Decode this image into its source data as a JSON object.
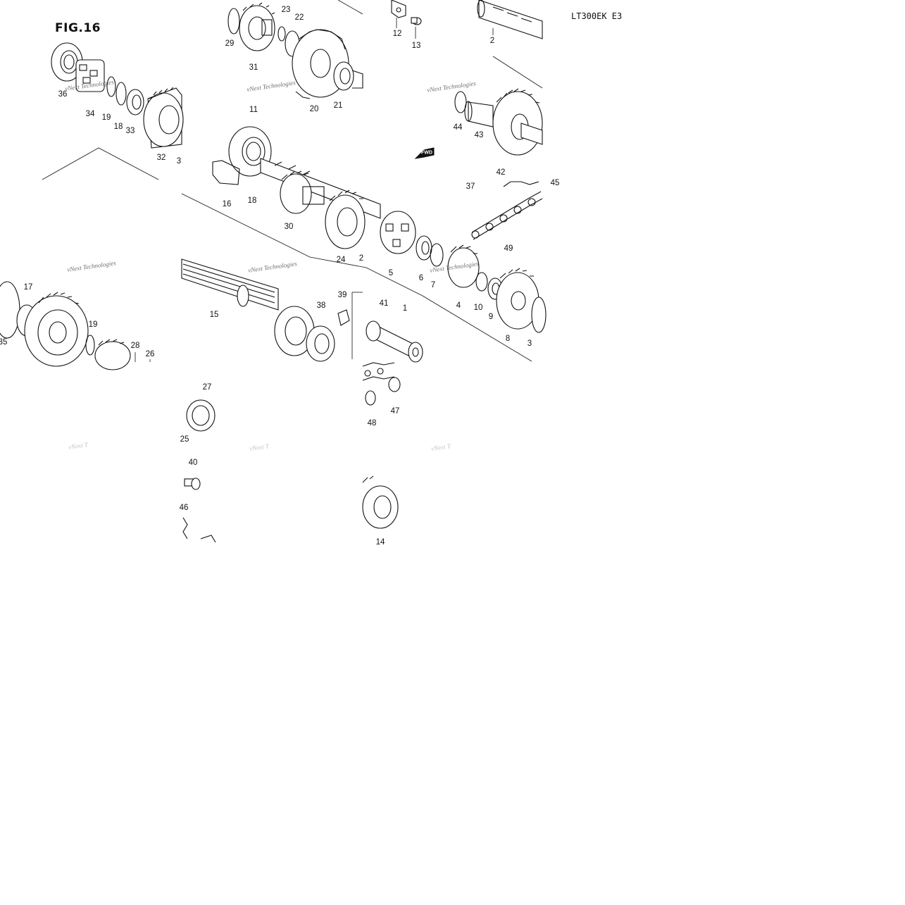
{
  "figure": {
    "title": "FIG.16",
    "model_code": "LT300EK E3"
  },
  "watermark_text": "vNext Technologies",
  "watermark_partial": "vNext T",
  "fwd_label": "FWD",
  "part_numbers": {
    "p1": "1",
    "p2": "2",
    "p3": "3",
    "p3b": "3",
    "p4": "4",
    "p5": "5",
    "p6": "6",
    "p7": "7",
    "p8": "8",
    "p9": "9",
    "p10": "10",
    "p11": "11",
    "p12": "12",
    "p13": "13",
    "p14": "14",
    "p15": "15",
    "p16": "16",
    "p17": "17",
    "p18a": "18",
    "p18b": "18",
    "p19a": "19",
    "p19b": "19",
    "p20": "20",
    "p21": "21",
    "p22": "22",
    "p23": "23",
    "p24": "24",
    "p25": "25",
    "p26": "26",
    "p27": "27",
    "p28": "28",
    "p29": "29",
    "p30": "30",
    "p31": "31",
    "p32": "32",
    "p33": "33",
    "p34": "34",
    "p35": "35",
    "p36": "36",
    "p37": "37",
    "p38": "38",
    "p39": "39",
    "p40": "40",
    "p41": "41",
    "p42": "42",
    "p43": "43",
    "p44": "44",
    "p45": "45",
    "p46": "46",
    "p47": "47",
    "p48": "48",
    "p49": "49",
    "p2b": "2"
  }
}
